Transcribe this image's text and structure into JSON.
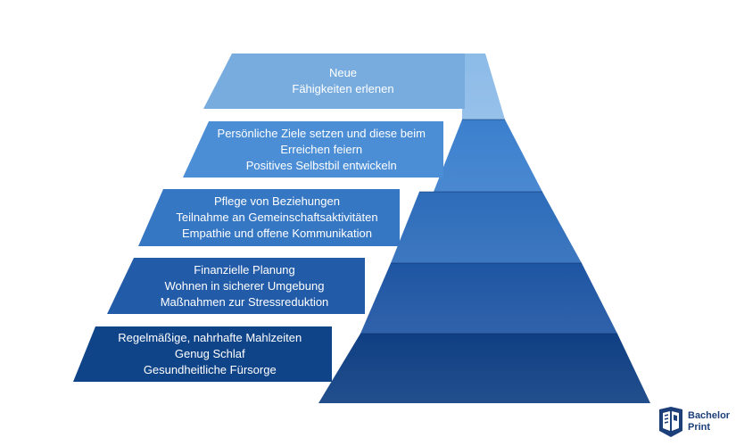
{
  "pyramid": {
    "tiers": [
      {
        "lines": [
          "Neue",
          "Fähigkeiten erlenen"
        ],
        "band_color": "#78acdf",
        "face_color": "#8cbbe8"
      },
      {
        "lines": [
          "Persönliche Ziele setzen und diese beim",
          "Erreichen feiern",
          "Positives Selbstbil entwickeln"
        ],
        "band_color": "#4b8ed6",
        "face_color": "#3b7fcd"
      },
      {
        "lines": [
          "Pflege von Beziehungen",
          "Teilnahme an Gemeinschaftsaktivitäten",
          "Empathie und offene Kommunikation"
        ],
        "band_color": "#3677c3",
        "face_color": "#2d6cba"
      },
      {
        "lines": [
          "Finanzielle Planung",
          "Wohnen in sicherer Umgebung",
          "Maßnahmen zur Stressreduktion"
        ],
        "band_color": "#225ba8",
        "face_color": "#1e55a3"
      },
      {
        "lines": [
          "Regelmäßige, nahrhafte Mahlzeiten",
          "Genug Schlaf",
          "Gesundheitliche Fürsorge"
        ],
        "band_color": "#104489",
        "face_color": "#0f3f83"
      }
    ]
  },
  "logo": {
    "line1": "Bachelor",
    "line2": "Print",
    "color": "#1c3f7a",
    "icon": "bachelor-print-logo-icon"
  }
}
